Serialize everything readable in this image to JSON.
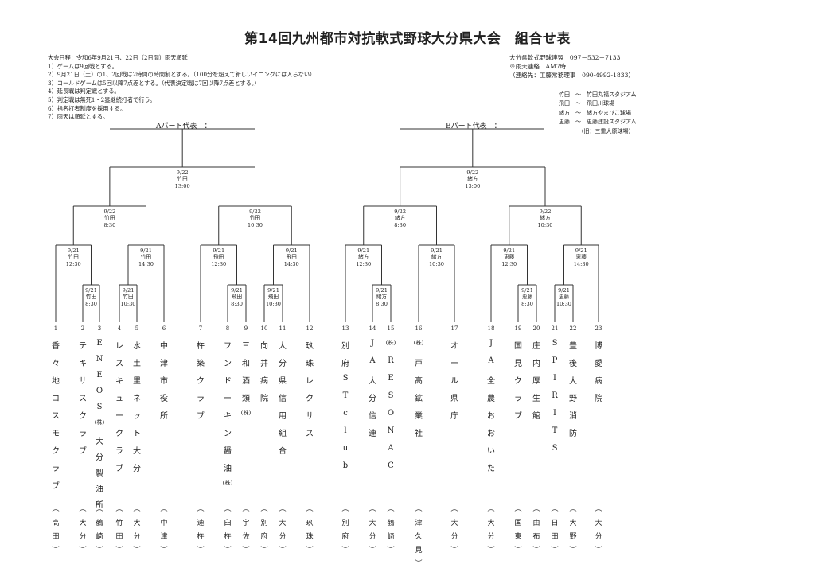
{
  "title": "第14回九州都市対抗軟式野球大分県大会　組合せ表",
  "rules": [
    "大会日程：令和6年9月21日、22日（2日間）雨天順延",
    "1）ゲームは9回戦とする。",
    "2）9月21日（土）の1、2回戦は2時間の時間制とする。（100分を超えて新しいイニングには入らない）",
    "3）コールドゲームは5回以降7点差とする。（代表決定戦は7回以降7点差とする。）",
    "4）延長戦は判定戦とする。",
    "5）判定戦は無死1・2塁継続打者で行う。",
    "6）指名打者制度を採用する。",
    "7）雨天は順延とする。"
  ],
  "contact": [
    "大分県軟式野球連盟　097－532－7133",
    "※雨天連絡　AM7時",
    "（連絡先：工藤常務理事　090-4992-1833）"
  ],
  "venues": [
    "竹田　～　竹田丸福スタジアム",
    "飛田　～　飛田川球場",
    "緒方　～　緒方やまびこ球場",
    "恵藤　～　恵藤建設スタジアム",
    "　　　　（旧：三重大原球場）"
  ],
  "parts": {
    "a": "Aパート代表　：",
    "b": "Bパート代表　："
  },
  "matches": [
    {
      "lines": [
        "9/21",
        "竹田",
        "8:30"
      ]
    },
    {
      "lines": [
        "9/21",
        "竹田",
        "10:30"
      ]
    },
    {
      "lines": [
        "9/21",
        "飛田",
        "8:30"
      ]
    },
    {
      "lines": [
        "9/21",
        "飛田",
        "10:30"
      ]
    },
    {
      "lines": [
        "9/21",
        "緒方",
        "8:30"
      ]
    },
    {
      "lines": [
        "9/21",
        "恵藤",
        "8:30"
      ]
    },
    {
      "lines": [
        "9/21",
        "恵藤",
        "10:30"
      ]
    },
    {
      "lines": [
        "9/21",
        "竹田",
        "12:30"
      ]
    },
    {
      "lines": [
        "9/21",
        "竹田",
        "14:30"
      ]
    },
    {
      "lines": [
        "9/21",
        "飛田",
        "12:30"
      ]
    },
    {
      "lines": [
        "9/21",
        "飛田",
        "14:30"
      ]
    },
    {
      "lines": [
        "9/21",
        "緒方",
        "12:30"
      ]
    },
    {
      "lines": [
        "9/21",
        "緒方",
        "10:30"
      ]
    },
    {
      "lines": [
        "9/21",
        "恵藤",
        "12:30"
      ]
    },
    {
      "lines": [
        "9/21",
        "恵藤",
        "14:30"
      ]
    },
    {
      "lines": [
        "9/22",
        "竹田",
        "8:30"
      ]
    },
    {
      "lines": [
        "9/22",
        "竹田",
        "10:30"
      ]
    },
    {
      "lines": [
        "9/22",
        "緒方",
        "8:30"
      ]
    },
    {
      "lines": [
        "9/22",
        "緒方",
        "10:30"
      ]
    },
    {
      "lines": [
        "9/22",
        "竹田",
        "13:00"
      ]
    },
    {
      "lines": [
        "9/22",
        "緒方",
        "13:00"
      ]
    }
  ],
  "teams": [
    {
      "num": "1",
      "name": [
        "香",
        "々",
        "地",
        "コ",
        "ス",
        "モ",
        "ク",
        "ラ",
        "ブ"
      ],
      "city": [
        "高",
        "田"
      ]
    },
    {
      "num": "2",
      "name": [
        "テ",
        "キ",
        "サ",
        "ス",
        "ク",
        "ラ",
        "ブ"
      ],
      "city": [
        "大",
        "分"
      ]
    },
    {
      "num": "3",
      "name": [
        "E",
        "N",
        "E",
        "O",
        "S",
        "(株)",
        "大",
        "分",
        "製",
        "油",
        "所"
      ],
      "city": [
        "鶴",
        "崎"
      ]
    },
    {
      "num": "4",
      "name": [
        "レ",
        "ス",
        "キ",
        "ュ",
        "ー",
        "ク",
        "ラ",
        "ブ"
      ],
      "city": [
        "竹",
        "田"
      ]
    },
    {
      "num": "5",
      "name": [
        "水",
        "土",
        "里",
        "ネ",
        "ッ",
        "ト",
        "大",
        "分"
      ],
      "city": [
        "大",
        "分"
      ]
    },
    {
      "num": "6",
      "name": [
        "中",
        "津",
        "市",
        "役",
        "所"
      ],
      "city": [
        "中",
        "津"
      ]
    },
    {
      "num": "7",
      "name": [
        "杵",
        "築",
        "ク",
        "ラ",
        "ブ"
      ],
      "city": [
        "速",
        "杵"
      ]
    },
    {
      "num": "8",
      "name": [
        "フ",
        "ン",
        "ド",
        "ー",
        "キ",
        "ン",
        "醤",
        "油",
        "(株)"
      ],
      "city": [
        "臼",
        "杵"
      ]
    },
    {
      "num": "9",
      "name": [
        "三",
        "和",
        "酒",
        "類",
        "(株)"
      ],
      "city": [
        "宇",
        "佐"
      ]
    },
    {
      "num": "10",
      "name": [
        "向",
        "井",
        "病",
        "院"
      ],
      "city": [
        "別",
        "府"
      ]
    },
    {
      "num": "11",
      "name": [
        "大",
        "分",
        "県",
        "信",
        "用",
        "組",
        "合"
      ],
      "city": [
        "大",
        "分"
      ]
    },
    {
      "num": "12",
      "name": [
        "玖",
        "珠",
        "レ",
        "ク",
        "サ",
        "ス"
      ],
      "city": [
        "玖",
        "珠"
      ]
    },
    {
      "num": "13",
      "name": [
        "別",
        "府",
        "S",
        "T",
        "c",
        "l",
        "u",
        "b"
      ],
      "city": [
        "別",
        "府"
      ]
    },
    {
      "num": "14",
      "name": [
        "J",
        "A",
        "大",
        "分",
        "信",
        "連"
      ],
      "city": [
        "大",
        "分"
      ]
    },
    {
      "num": "15",
      "name": [
        "(株)",
        "R",
        "E",
        "S",
        "O",
        "N",
        "A",
        "C"
      ],
      "city": [
        "鶴",
        "崎"
      ]
    },
    {
      "num": "16",
      "name": [
        "(株)",
        "戸",
        "高",
        "鉱",
        "業",
        "社"
      ],
      "city": [
        "津",
        "久",
        "見"
      ]
    },
    {
      "num": "17",
      "name": [
        "オ",
        "ー",
        "ル",
        "県",
        "庁"
      ],
      "city": [
        "大",
        "分"
      ]
    },
    {
      "num": "18",
      "name": [
        "J",
        "A",
        "全",
        "農",
        "お",
        "お",
        "い",
        "た"
      ],
      "city": [
        "大",
        "分"
      ]
    },
    {
      "num": "19",
      "name": [
        "国",
        "見",
        "ク",
        "ラ",
        "ブ"
      ],
      "city": [
        "国",
        "東"
      ]
    },
    {
      "num": "20",
      "name": [
        "庄",
        "内",
        "厚",
        "生",
        "館"
      ],
      "city": [
        "由",
        "布"
      ]
    },
    {
      "num": "21",
      "name": [
        "S",
        "P",
        "I",
        "R",
        "I",
        "T",
        "S"
      ],
      "city": [
        "日",
        "田"
      ]
    },
    {
      "num": "22",
      "name": [
        "豊",
        "後",
        "大",
        "野",
        "消",
        "防"
      ],
      "city": [
        "大",
        "野"
      ]
    },
    {
      "num": "23",
      "name": [
        "博",
        "愛",
        "病",
        "院"
      ],
      "city": [
        "大",
        "分"
      ]
    }
  ]
}
